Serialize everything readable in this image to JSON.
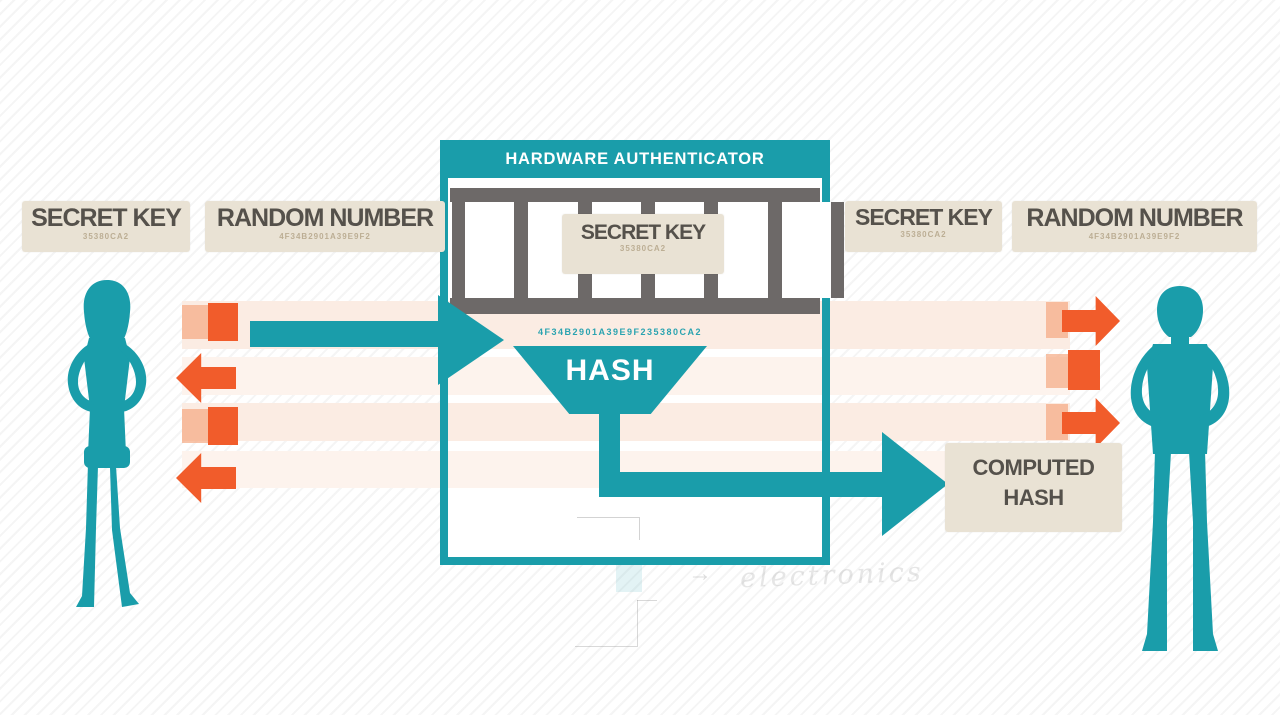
{
  "top_labels": {
    "left": [
      {
        "title": "SECRET KEY",
        "value": "35380CA2"
      },
      {
        "title": "RANDOM NUMBER",
        "value": "4F34B2901A39E9F2"
      }
    ],
    "right": [
      {
        "title": "SECRET KEY",
        "value": "35380CA2"
      },
      {
        "title": "RANDOM NUMBER",
        "value": "4F34B2901A39E9F2"
      }
    ]
  },
  "authenticator": {
    "title": "HARDWARE AUTHENTICATOR",
    "stored_key": {
      "title": "SECRET KEY",
      "value": "35380CA2"
    },
    "hash_input": "4F34B2901A39E9F235380CA2",
    "hash_label": "HASH"
  },
  "output": {
    "computed_hash_label": "COMPUTED HASH"
  },
  "watermark": {
    "text": "electronics"
  },
  "colors": {
    "teal": "#1a9daa",
    "orange": "#f15c2b",
    "orange_light": "#f5a379",
    "beige": "#e9e2d4",
    "bar_gray": "#6d6968",
    "label_text": "#55514b",
    "value_text": "#bcae94"
  }
}
